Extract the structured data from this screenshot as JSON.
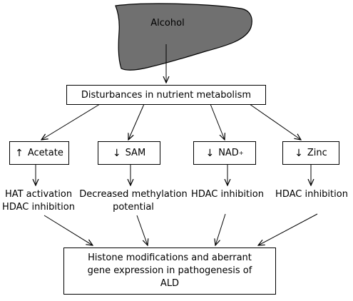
{
  "colors": {
    "liver_fill": "#707070",
    "stroke": "#000000",
    "background": "#ffffff"
  },
  "liver": {
    "label": "Alcohol"
  },
  "metabolism": {
    "label": "Disturbances in nutrient metabolism"
  },
  "factors": [
    {
      "direction": "↑",
      "label": "Acetate",
      "sup": ""
    },
    {
      "direction": "↓",
      "label": "SAM",
      "sup": ""
    },
    {
      "direction": "↓",
      "label": "NAD",
      "sup": "+"
    },
    {
      "direction": "↓",
      "label": "Zinc",
      "sup": ""
    }
  ],
  "effects": [
    {
      "line1": "HAT activation",
      "line2": "HDAC inhibition"
    },
    {
      "line1": "Decreased methylation",
      "line2": "potential"
    },
    {
      "line1": "HDAC inhibition",
      "line2": ""
    },
    {
      "line1": "HDAC inhibition",
      "line2": ""
    }
  ],
  "outcome": {
    "line1": "Histone modifications and aberrant",
    "line2": "gene expression in pathogenesis of",
    "line3": "ALD"
  }
}
